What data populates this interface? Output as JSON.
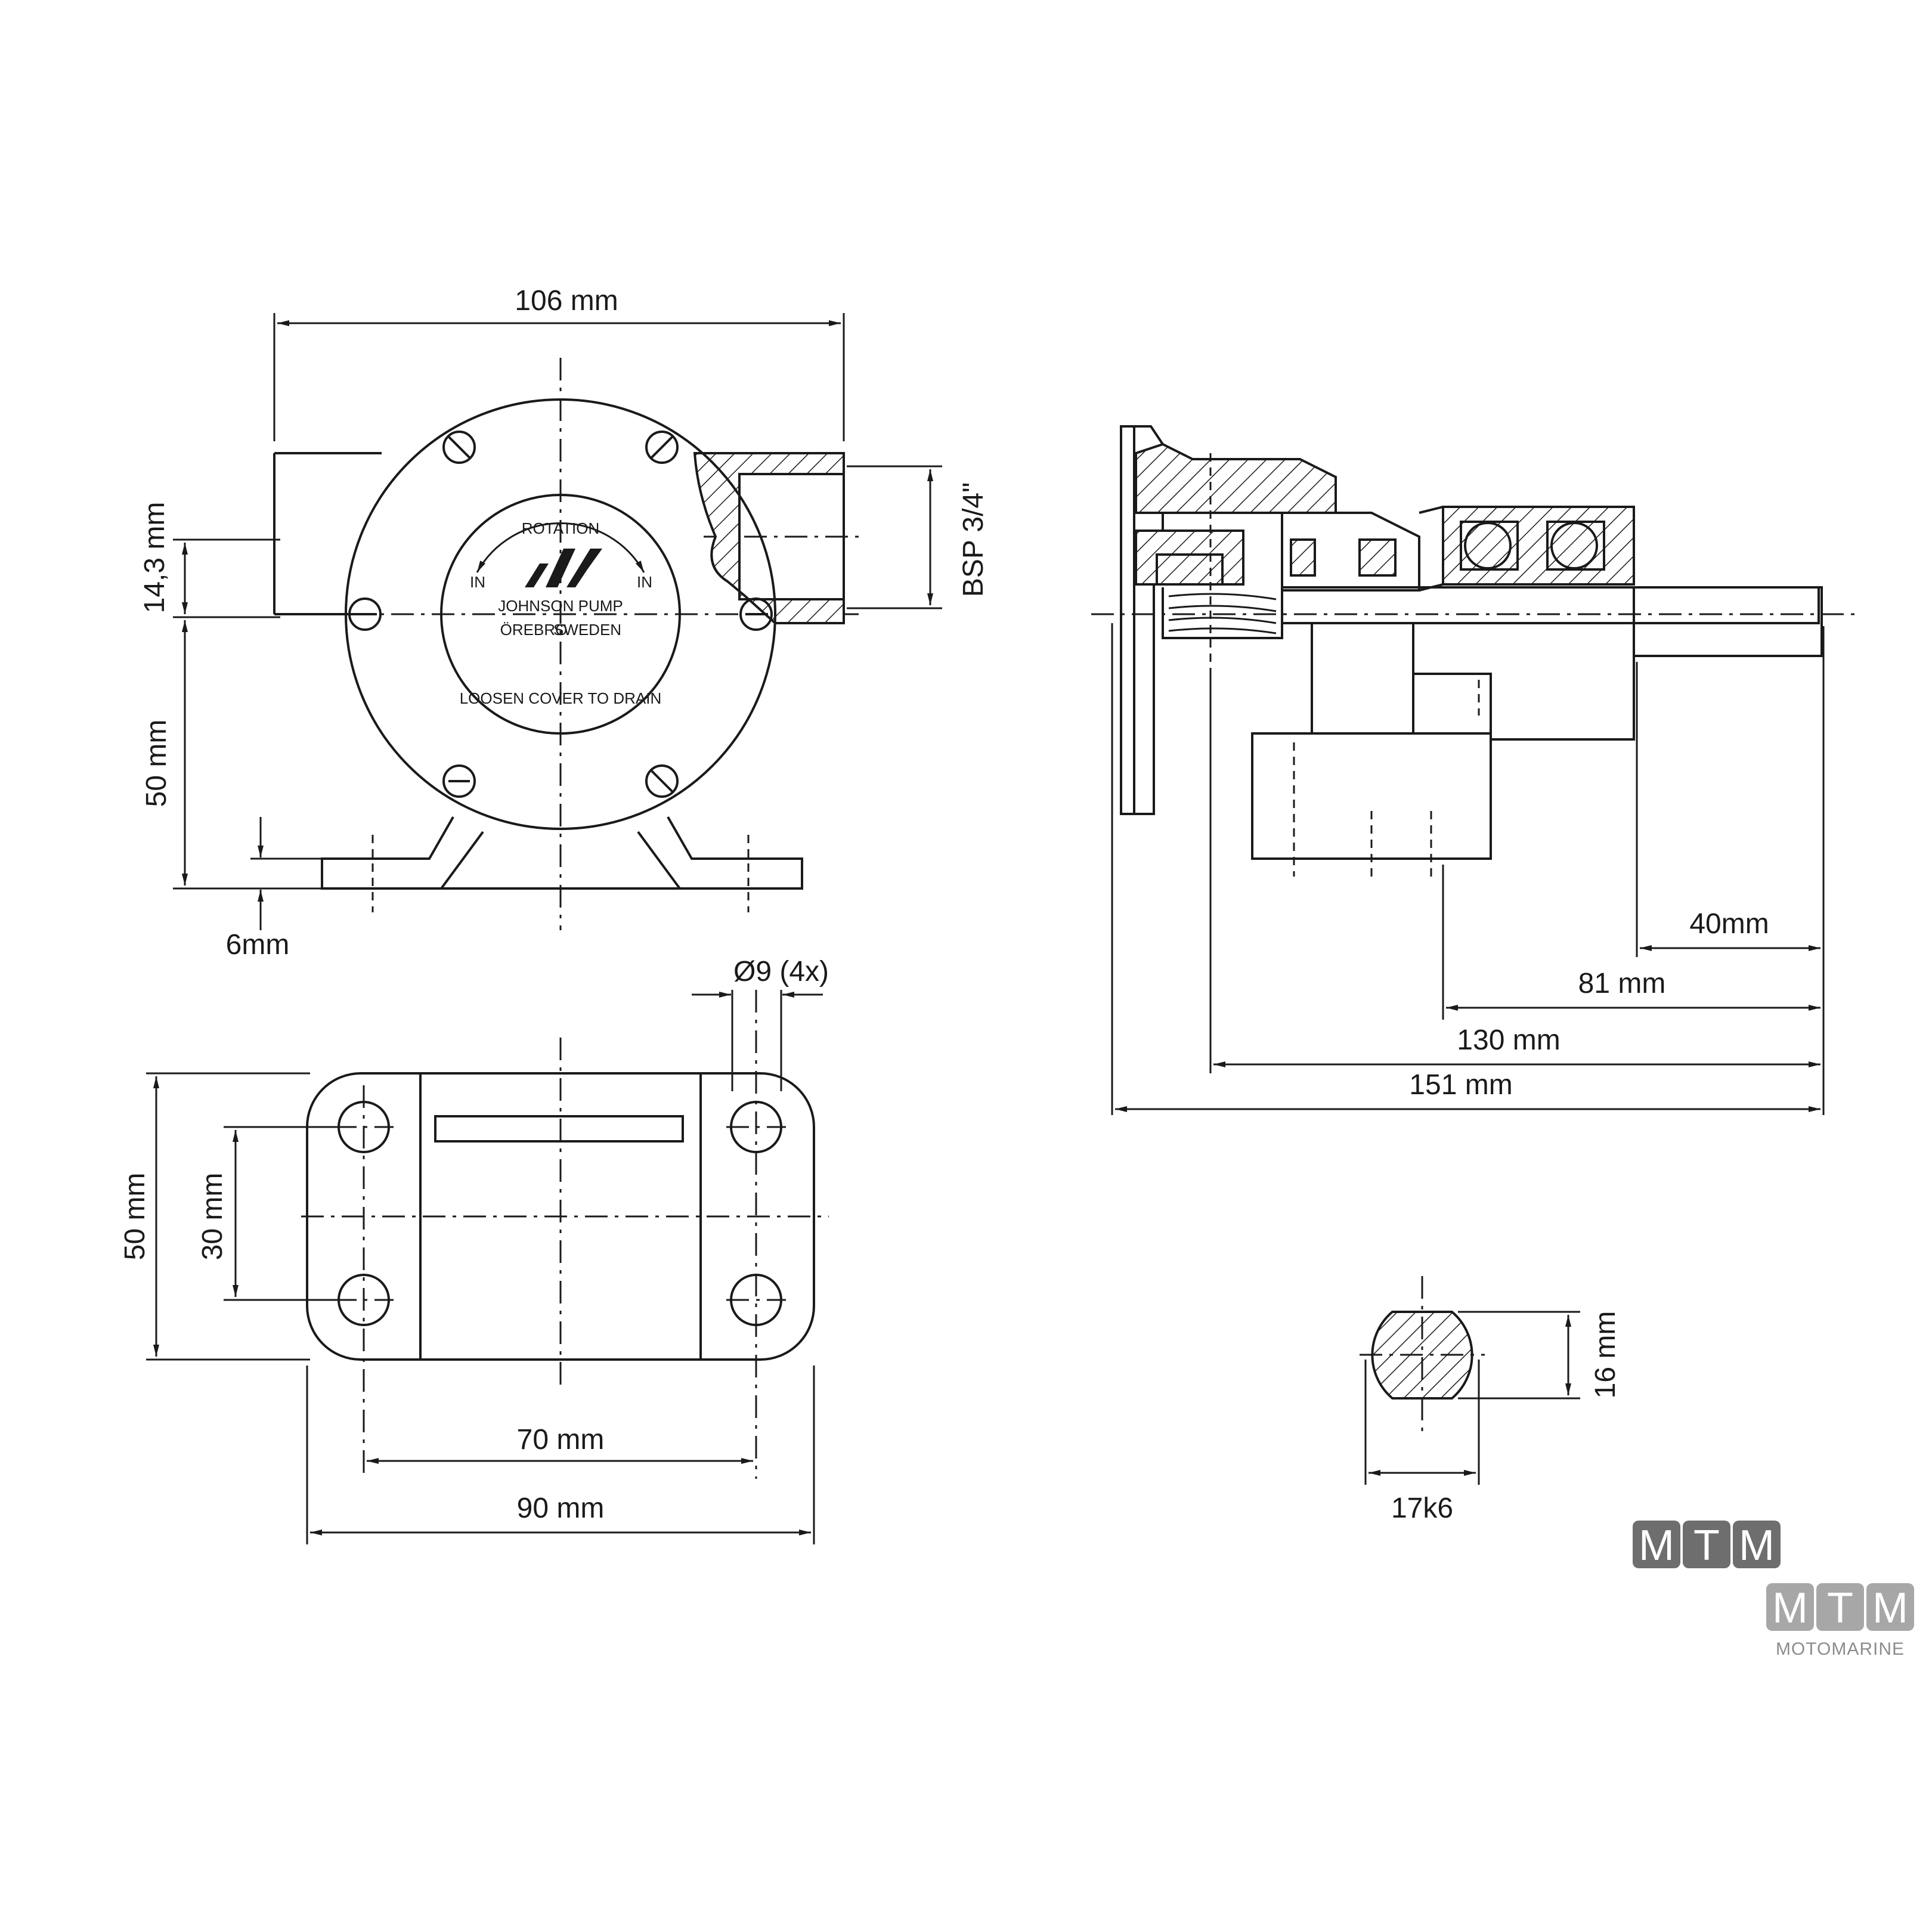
{
  "front_view": {
    "width_label": "106 mm",
    "port_offset_label": "14,3 mm",
    "height_label": "50 mm",
    "foot_label": "6mm",
    "port_thread_label": "BSP 3/4\"",
    "cover": {
      "rotation": "ROTATION",
      "in_left": "IN",
      "in_right": "IN",
      "brand": "JOHNSON PUMP",
      "city": "ÖREBRO",
      "country": "SWEDEN",
      "drain_note": "LOOSEN COVER TO DRAIN"
    }
  },
  "base_view": {
    "hole_label": "Ø9 (4x)",
    "depth_label": "50 mm",
    "hole_spacing_y_label": "30 mm",
    "hole_spacing_x_label": "70 mm",
    "width_label": "90 mm"
  },
  "side_view": {
    "dim_40": "40mm",
    "dim_81": "81 mm",
    "dim_130": "130 mm",
    "dim_151": "151 mm"
  },
  "shaft_section": {
    "flat_label": "16 mm",
    "diameter_label": "17k6"
  },
  "watermark": {
    "letters": [
      "M",
      "T",
      "M"
    ],
    "subtitle": "MOTOMARINE"
  }
}
